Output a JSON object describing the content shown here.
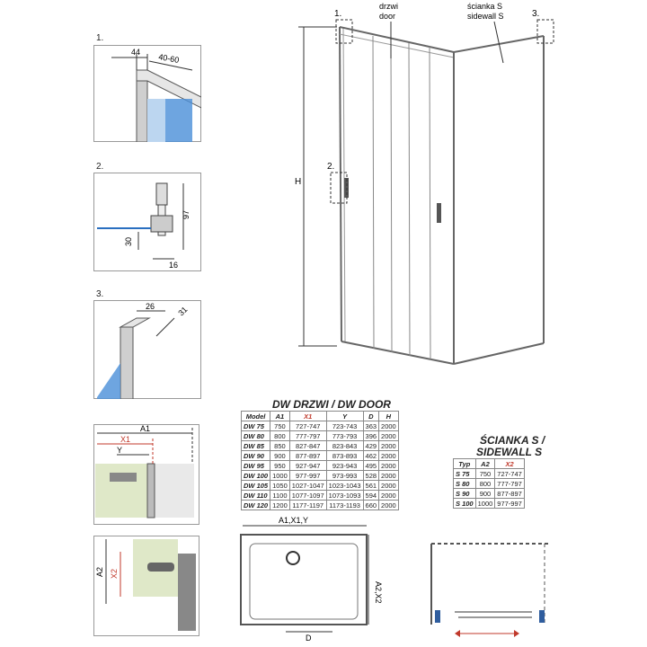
{
  "details": {
    "d1": {
      "num": "1.",
      "dim_a": "44",
      "dim_b": "40-60"
    },
    "d2": {
      "num": "2.",
      "dim_a": "97",
      "dim_b": "30",
      "dim_c": "16"
    },
    "d3": {
      "num": "3.",
      "dim_a": "26",
      "dim_b": "31"
    }
  },
  "main_view": {
    "callout_1": "1.",
    "callout_2": "2.",
    "callout_3": "3.",
    "door_label_pl": "drzwi",
    "door_label_en": "door",
    "sidewall_label_pl": "ścianka S",
    "sidewall_label_en": "sidewall S",
    "height_label": "H"
  },
  "door_table": {
    "title": "DW DRZWI / DW DOOR",
    "headers": [
      "Model",
      "A1",
      "X1",
      "Y",
      "D",
      "H"
    ],
    "rows": [
      [
        "DW 75",
        "750",
        "727-747",
        "723-743",
        "363",
        "2000"
      ],
      [
        "DW 80",
        "800",
        "777-797",
        "773-793",
        "396",
        "2000"
      ],
      [
        "DW 85",
        "850",
        "827-847",
        "823-843",
        "429",
        "2000"
      ],
      [
        "DW 90",
        "900",
        "877-897",
        "873-893",
        "462",
        "2000"
      ],
      [
        "DW 95",
        "950",
        "927-947",
        "923-943",
        "495",
        "2000"
      ],
      [
        "DW 100",
        "1000",
        "977-997",
        "973-993",
        "528",
        "2000"
      ],
      [
        "DW 105",
        "1050",
        "1027-1047",
        "1023-1043",
        "561",
        "2000"
      ],
      [
        "DW 110",
        "1100",
        "1077-1097",
        "1073-1093",
        "594",
        "2000"
      ],
      [
        "DW 120",
        "1200",
        "1177-1197",
        "1173-1193",
        "660",
        "2000"
      ]
    ]
  },
  "sidewall_table": {
    "title_line1": "ŚCIANKA S /",
    "title_line2": "SIDEWALL S",
    "headers": [
      "Typ",
      "A2",
      "X2"
    ],
    "rows": [
      [
        "S 75",
        "750",
        "727-747"
      ],
      [
        "S 80",
        "800",
        "777-797"
      ],
      [
        "S 90",
        "900",
        "877-897"
      ],
      [
        "S 100",
        "1000",
        "977-997"
      ]
    ]
  },
  "dims": {
    "a1": "A1",
    "x1": "X1",
    "y": "Y",
    "a2": "A2",
    "x2": "X2",
    "plan_top": "A1,X1,Y",
    "plan_right": "A2,X2",
    "plan_d": "D"
  },
  "colors": {
    "accent_red": "#c0392b",
    "glass_blue": "#4a8fd8",
    "panel_green": "#dfe8c8",
    "frame_grey": "#9a9a9a"
  }
}
